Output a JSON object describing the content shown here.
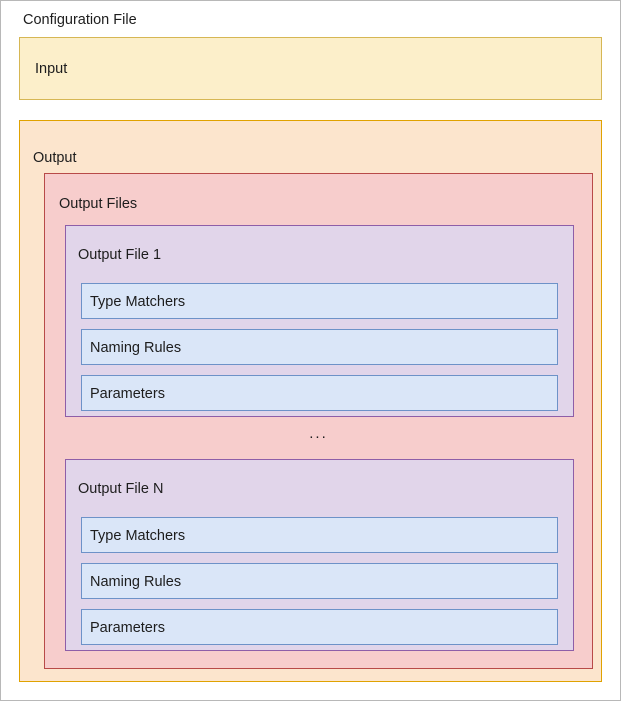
{
  "diagram": {
    "title": "Configuration File",
    "input": {
      "label": "Input"
    },
    "output": {
      "label": "Output",
      "output_files": {
        "label": "Output Files",
        "ellipsis": "...",
        "files": [
          {
            "label": "Output File 1",
            "items": [
              {
                "label": "Type Matchers"
              },
              {
                "label": "Naming Rules"
              },
              {
                "label": "Parameters"
              }
            ]
          },
          {
            "label": "Output File N",
            "items": [
              {
                "label": "Type Matchers"
              },
              {
                "label": "Naming Rules"
              },
              {
                "label": "Parameters"
              }
            ]
          }
        ]
      }
    }
  },
  "colors": {
    "page_border": "#b8b8b8",
    "input_fill": "#fcefca",
    "input_border": "#d6b754",
    "output_fill": "#fce5cd",
    "output_border": "#e0a200",
    "output_files_fill": "#f7cdcc",
    "output_files_border": "#b84a48",
    "file_fill": "#e1d5ea",
    "file_border": "#8e5ea8",
    "item_fill": "#dae6f8",
    "item_border": "#6d92c8",
    "text": "#1d1d1d"
  }
}
